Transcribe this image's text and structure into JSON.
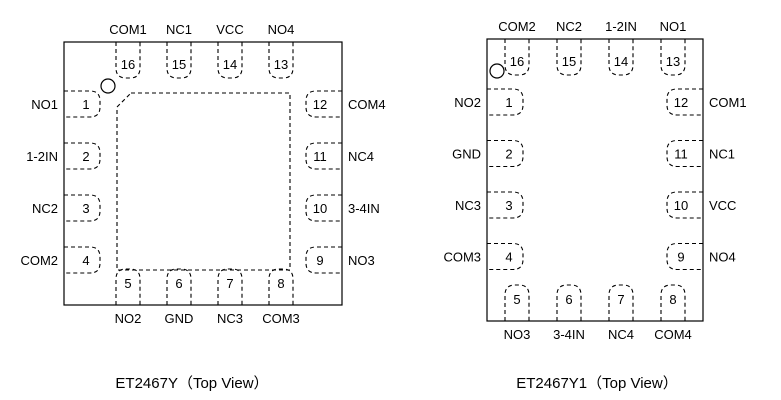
{
  "packages": [
    {
      "caption": "ET2467Y（Top View）",
      "has_exposed_pad": true,
      "pins": [
        {
          "num": "1",
          "name": "NO1"
        },
        {
          "num": "2",
          "name": "1-2IN"
        },
        {
          "num": "3",
          "name": "NC2"
        },
        {
          "num": "4",
          "name": "COM2"
        },
        {
          "num": "5",
          "name": "NO2"
        },
        {
          "num": "6",
          "name": "GND"
        },
        {
          "num": "7",
          "name": "NC3"
        },
        {
          "num": "8",
          "name": "COM3"
        },
        {
          "num": "9",
          "name": "NO3"
        },
        {
          "num": "10",
          "name": "3-4IN"
        },
        {
          "num": "11",
          "name": "NC4"
        },
        {
          "num": "12",
          "name": "COM4"
        },
        {
          "num": "13",
          "name": "NO4"
        },
        {
          "num": "14",
          "name": "VCC"
        },
        {
          "num": "15",
          "name": "NC1"
        },
        {
          "num": "16",
          "name": "COM1"
        }
      ]
    },
    {
      "caption": "ET2467Y1（Top View）",
      "has_exposed_pad": false,
      "pins": [
        {
          "num": "1",
          "name": "NO2"
        },
        {
          "num": "2",
          "name": "GND"
        },
        {
          "num": "3",
          "name": "NC3"
        },
        {
          "num": "4",
          "name": "COM3"
        },
        {
          "num": "5",
          "name": "NO3"
        },
        {
          "num": "6",
          "name": "3-4IN"
        },
        {
          "num": "7",
          "name": "NC4"
        },
        {
          "num": "8",
          "name": "COM4"
        },
        {
          "num": "9",
          "name": "NO4"
        },
        {
          "num": "10",
          "name": "VCC"
        },
        {
          "num": "11",
          "name": "NC1"
        },
        {
          "num": "12",
          "name": "COM1"
        },
        {
          "num": "13",
          "name": "NO1"
        },
        {
          "num": "14",
          "name": "1-2IN"
        },
        {
          "num": "15",
          "name": "NC2"
        },
        {
          "num": "16",
          "name": "COM2"
        }
      ]
    }
  ]
}
